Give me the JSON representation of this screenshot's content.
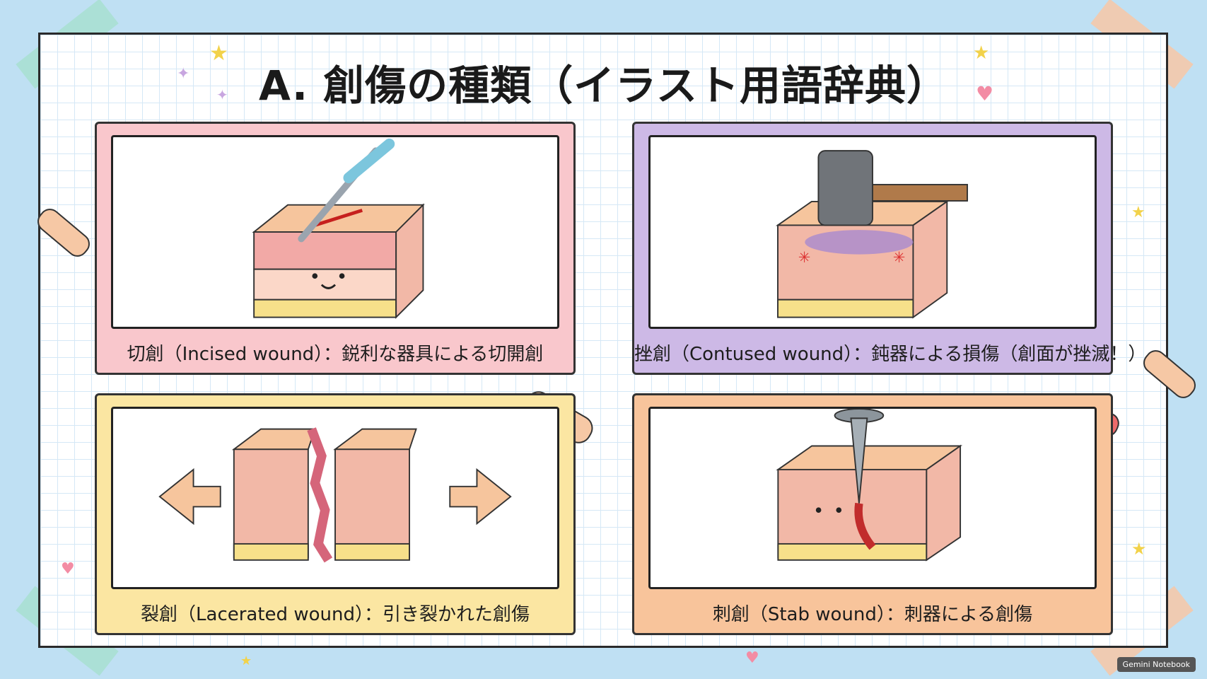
{
  "title": "A. 創傷の種類（イラスト用語辞典）",
  "cards": [
    {
      "caption": "切創（Incised wound）：鋭利な器具による切開創",
      "bg": "#f9c7cc"
    },
    {
      "caption": "挫創（Contused wound）：鈍器による損傷（創面が挫滅！）",
      "bg": "#cdb9e6"
    },
    {
      "caption": "裂創（Lacerated wound）：引き裂かれた創傷",
      "bg": "#fbe6a2"
    },
    {
      "caption": "刺創（Stab wound）：刺器による創傷",
      "bg": "#f8c49b"
    }
  ],
  "footer": "Gemini Notebook"
}
